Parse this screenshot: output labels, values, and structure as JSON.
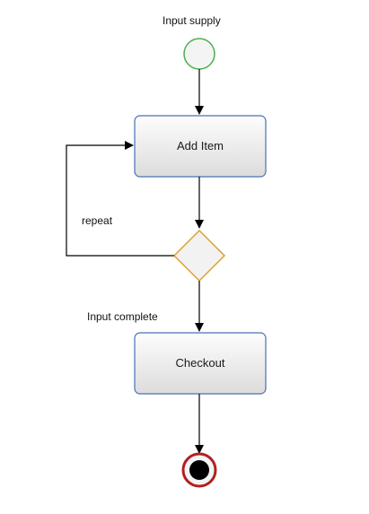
{
  "diagram": {
    "start_label": "Input supply",
    "activities": {
      "add_item": "Add Item",
      "checkout": "Checkout"
    },
    "edges": {
      "repeat": "repeat",
      "input_complete": "Input complete"
    },
    "colors": {
      "start_fill": "#f4f4f4",
      "start_stroke": "#4caf50",
      "activity_fill_top": "#fdfdfd",
      "activity_fill_bottom": "#dcdcdc",
      "activity_stroke": "#4a6fb5",
      "decision_fill": "#f2f2f2",
      "decision_stroke": "#e0a030",
      "end_outer": "#b32020",
      "end_inner": "#000000",
      "line": "#000000"
    }
  }
}
